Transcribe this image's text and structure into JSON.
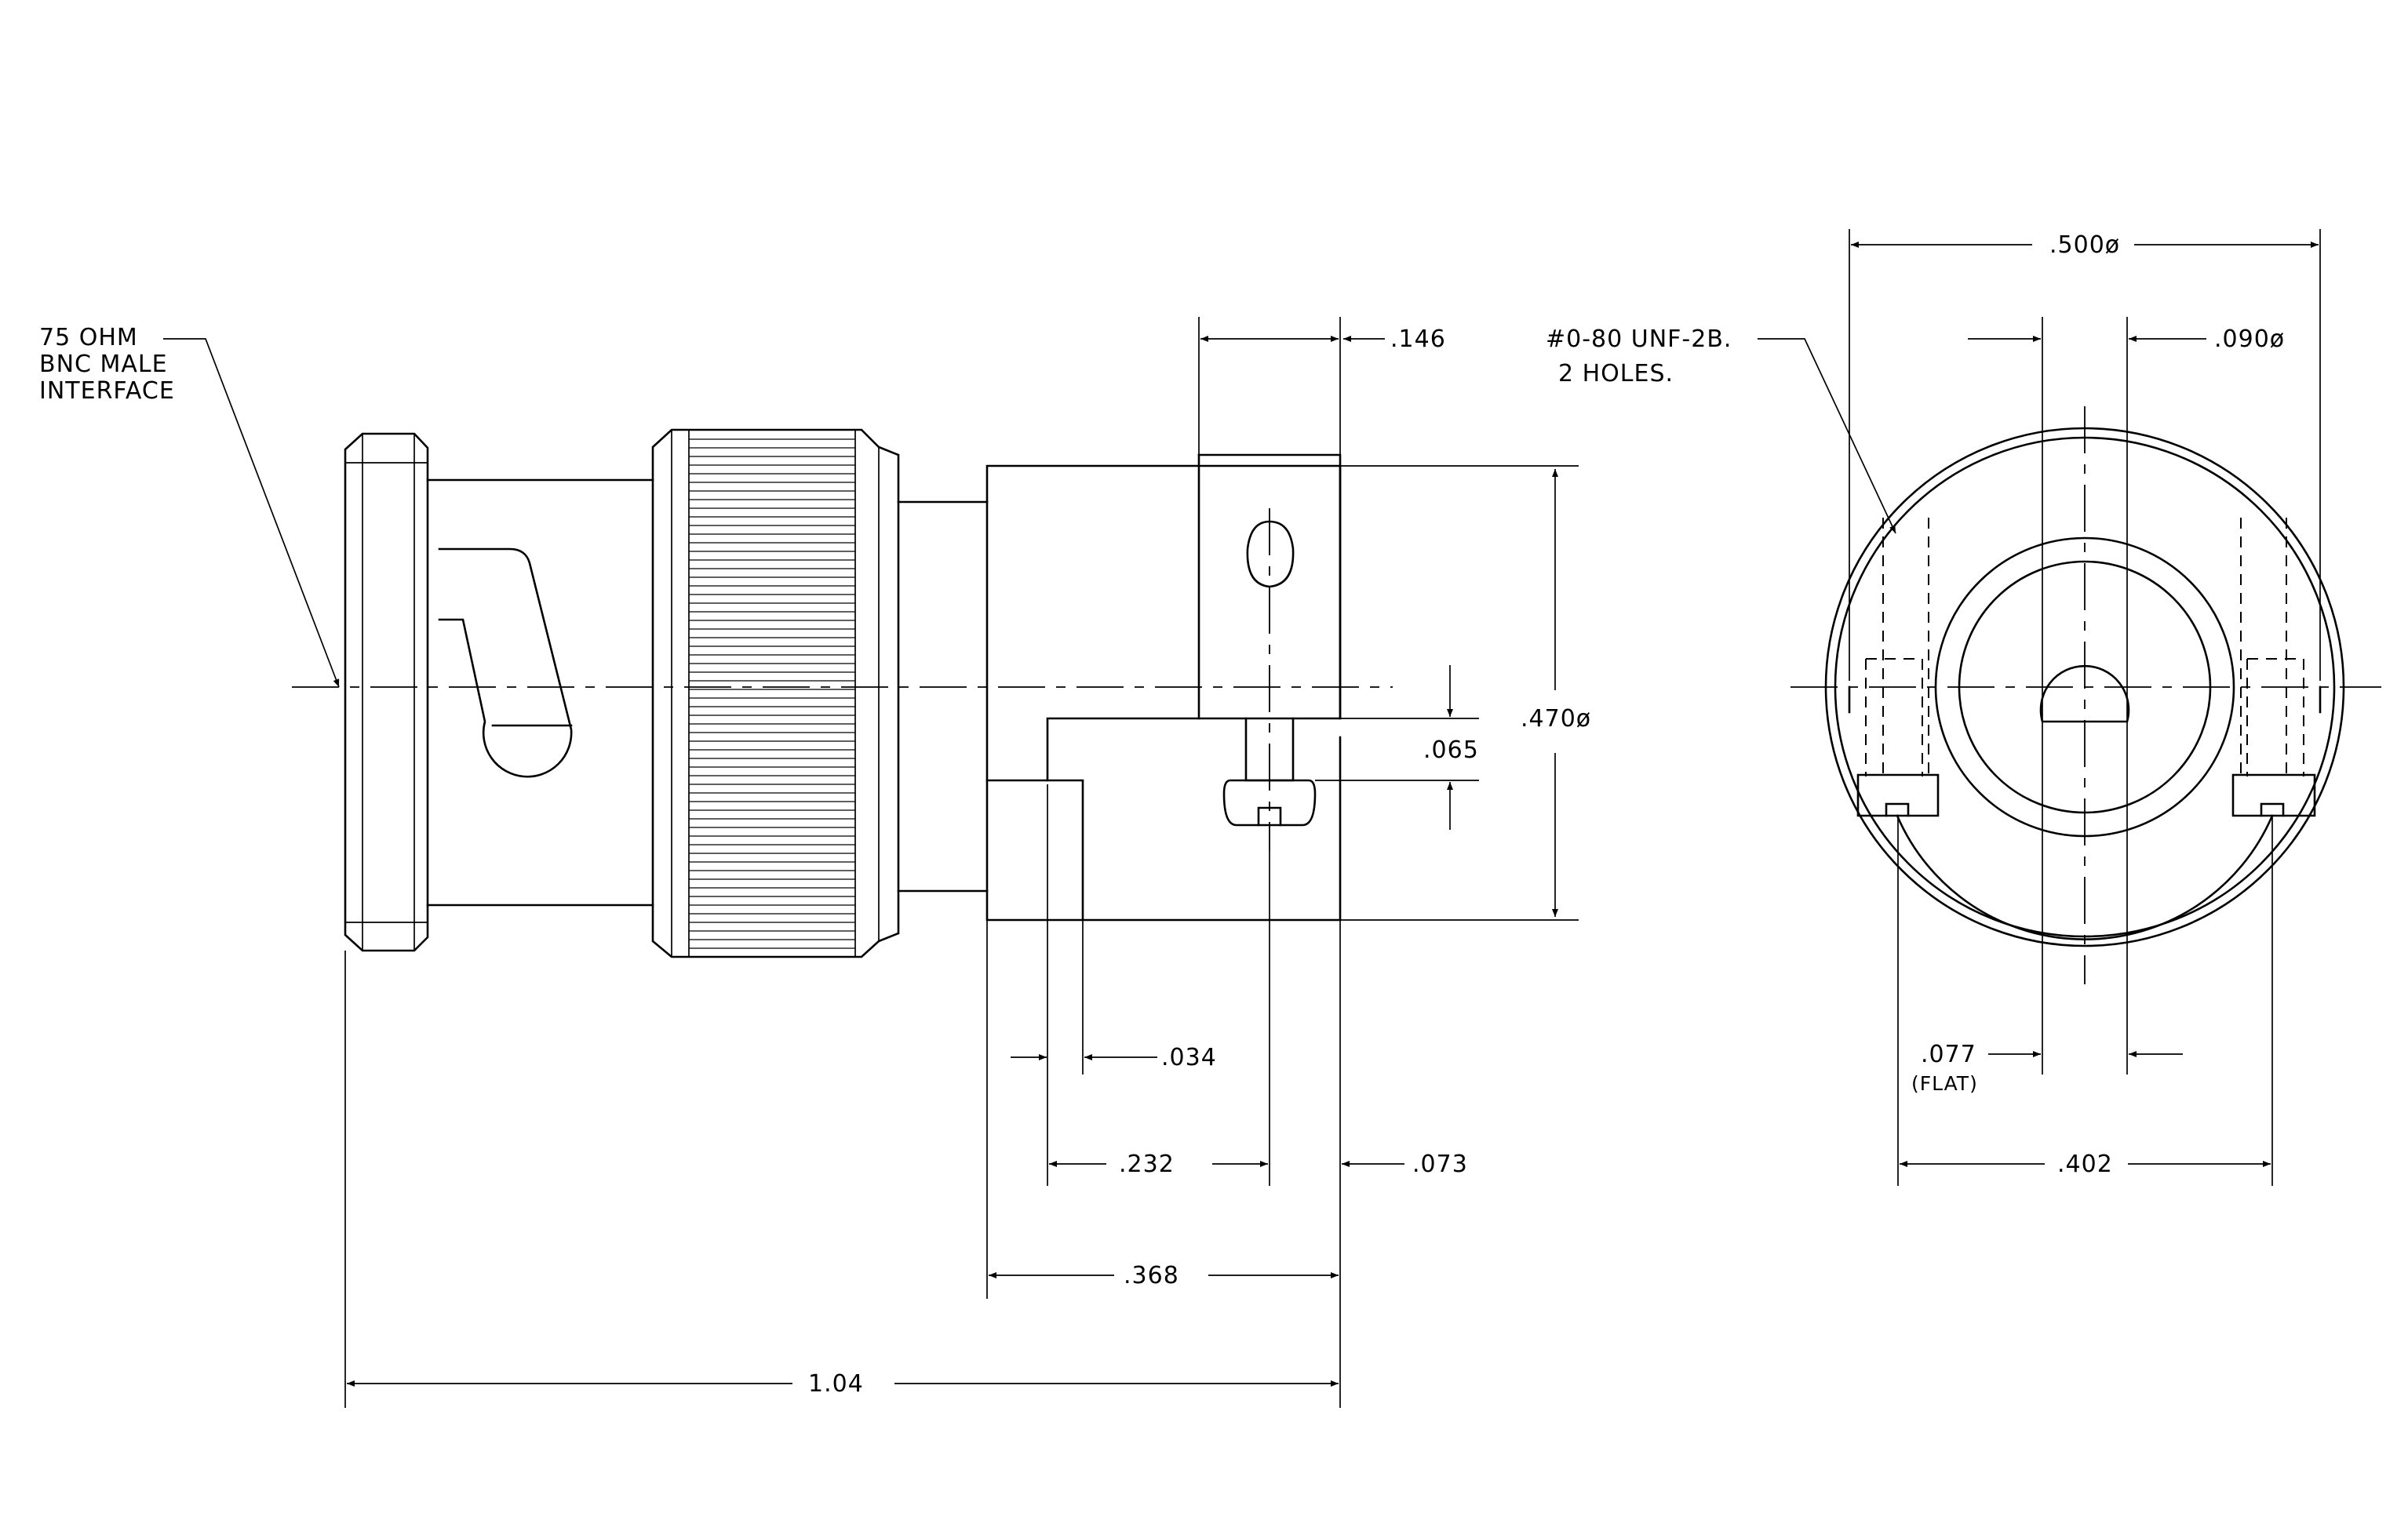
{
  "callouts": {
    "interface": [
      "75 OHM",
      "BNC MALE",
      "INTERFACE"
    ],
    "holes": [
      "#0-80 UNF-2B.",
      "2 HOLES."
    ],
    "flat_note": "(FLAT)"
  },
  "dimensions": {
    "d146": ".146",
    "d470": ".470ø",
    "d065": ".065",
    "d034": ".034",
    "d232": ".232",
    "d073": ".073",
    "d368": ".368",
    "d104": "1.04",
    "d500": ".500ø",
    "d090": ".090ø",
    "d077": ".077",
    "d402": ".402"
  }
}
